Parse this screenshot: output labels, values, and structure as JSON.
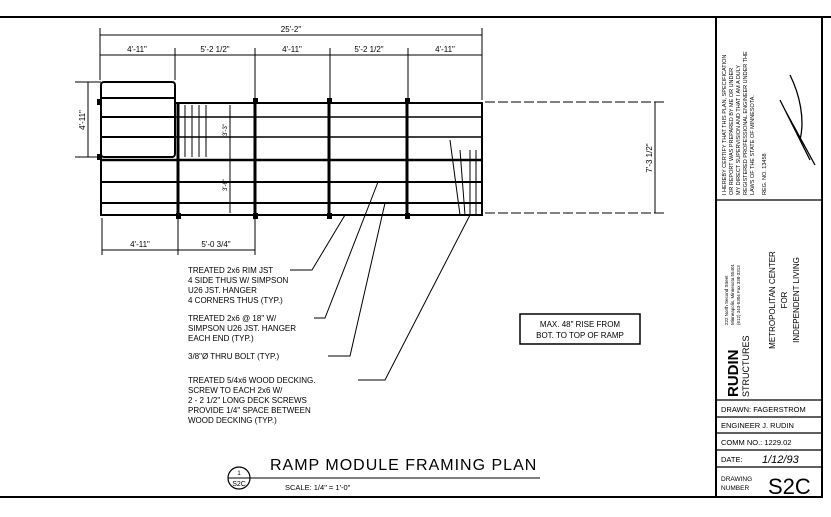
{
  "dimensions": {
    "overall": "25'-2\"",
    "bays": [
      "4'-11\"",
      "5'-2 1/2\"",
      "4'-11\"",
      "5'-2 1/2\"",
      "4'-11\""
    ],
    "bottom": [
      "4'-11\"",
      "5'-0 3/4\""
    ],
    "left_height": "4'-11\"",
    "right_height": "7'-3 1/2\"",
    "inner_upper": "3'-3\"",
    "inner_lower": "3'-6\""
  },
  "notes": [
    [
      "TREATED 2x6 RIM JST",
      "4 SIDE THUS W/ SIMPSON",
      "U26 JST. HANGER",
      "4 CORNERS THUS (TYP.)"
    ],
    [
      "TREATED 2x6 @ 18\" W/",
      "SIMPSON U26 JST. HANGER",
      "EACH END (TYP.)"
    ],
    [
      "3/8\"Ø THRU BOLT (TYP.)"
    ],
    [
      "TREATED 5/4x6 WOOD DECKING.",
      "SCREW TO EACH 2x6 W/",
      "2 - 2 1/2\" LONG DECK SCREWS",
      "PROVIDE 1/4\" SPACE BETWEEN",
      "WOOD DECKING (TYP.)"
    ]
  ],
  "callout_box": [
    "MAX. 48\" RISE FROM",
    "BOT. TO TOP OF RAMP"
  ],
  "title": "RAMP MODULE FRAMING PLAN",
  "scale": "SCALE: 1/4\" = 1'-0\"",
  "section_marker": {
    "top": "1",
    "bottom": "S2C"
  },
  "title_block": {
    "certification": [
      "I HEREBY CERTIFY THAT THIS PLAN, SPECIFICATION",
      "OR REPORT WAS PREPARED BY ME OR UNDER",
      "MY DIRECT SUPERVISION AND THAT I AM A DULY",
      "REGISTERED PROFESSIONAL ENGINEER UNDER THE",
      "LAWS OF THE STATE OF MINNESOTA."
    ],
    "reg_no": "REG. NO. 13458",
    "firm_logo": "RUDIN",
    "firm_sub": "STRUCTURES",
    "firm_address": [
      "222 North Second Street",
      "Minneapolis, Minnesota 55401",
      "(612) 343-5304  Fax 338-3313"
    ],
    "project": [
      "METROPOLITAN CENTER",
      "FOR",
      "INDEPENDENT LIVING"
    ],
    "drawn": "DRAWN: FAGERSTROM",
    "engineer": "ENGINEER  J. RUDIN",
    "comm_no": "COMM NO.: 1229.02",
    "date_label": "DATE:",
    "date": "1/12/93",
    "drawing_number_label": [
      "DRAWING",
      "NUMBER"
    ],
    "drawing_number": "S2C"
  }
}
